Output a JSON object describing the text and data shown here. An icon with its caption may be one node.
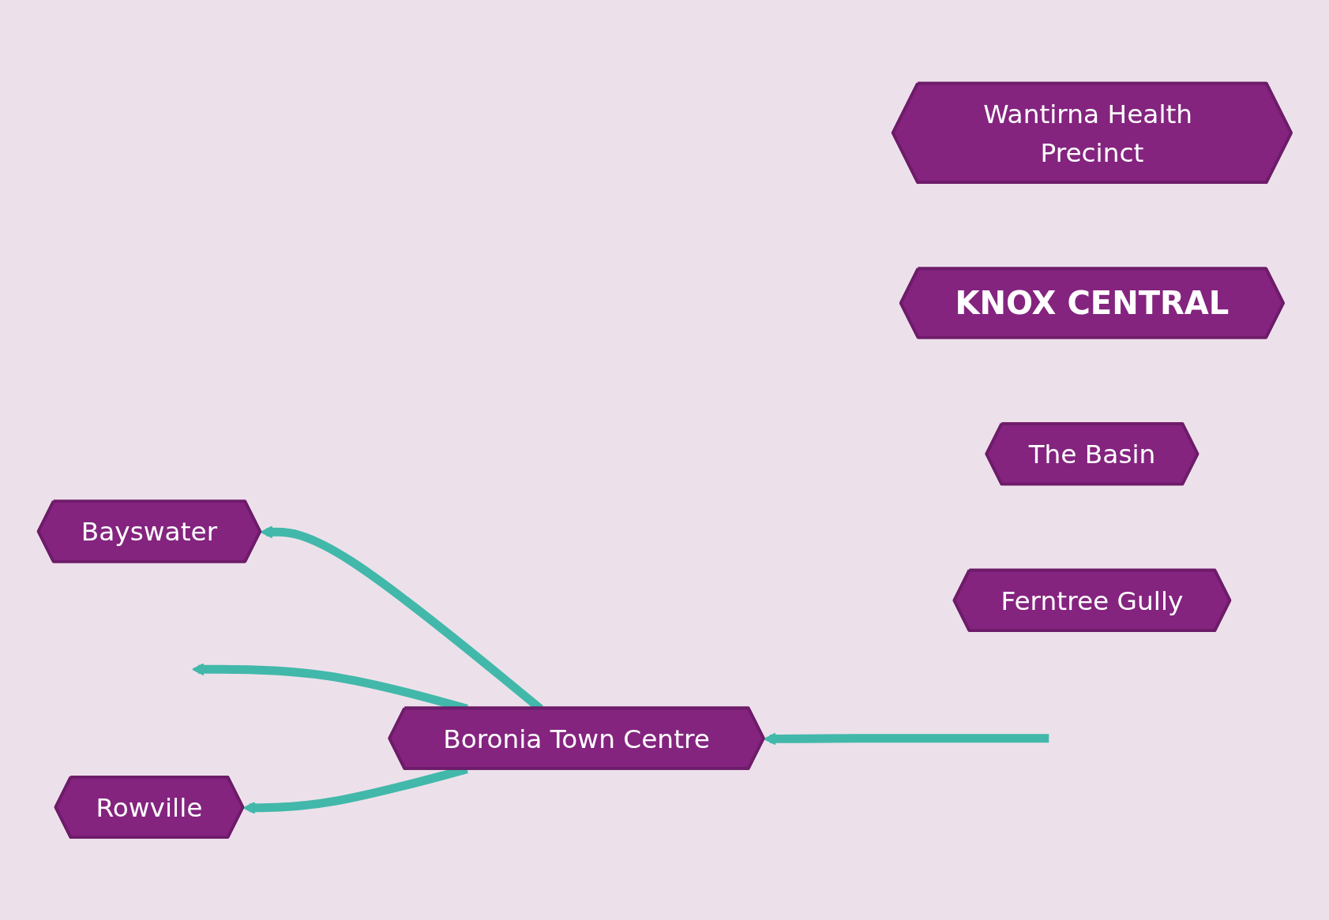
{
  "diagram": {
    "nodes": [
      {
        "text": [
          "Bayswater"
        ]
      },
      {
        "text": [
          "Wantirna Health Precinct"
        ]
      },
      {
        "text": [
          "KNOX CENTRAL"
        ]
      },
      {
        "text": [
          "Boronia Town Centre"
        ]
      },
      {
        "text": [
          "The Basin"
        ]
      },
      {
        "text": [
          "Ferntree Gully"
        ]
      },
      {
        "text": [
          "Rowville"
        ]
      }
    ],
    "edges": [
      {
        "from": 3,
        "to": 0,
        "arrow": "to"
      },
      {
        "from": 3,
        "to": null,
        "arrow": "to"
      },
      {
        "from": null,
        "to": 3,
        "arrow": "to"
      },
      {
        "from": 3,
        "to": 6,
        "arrow": "to"
      }
    ]
  }
}
